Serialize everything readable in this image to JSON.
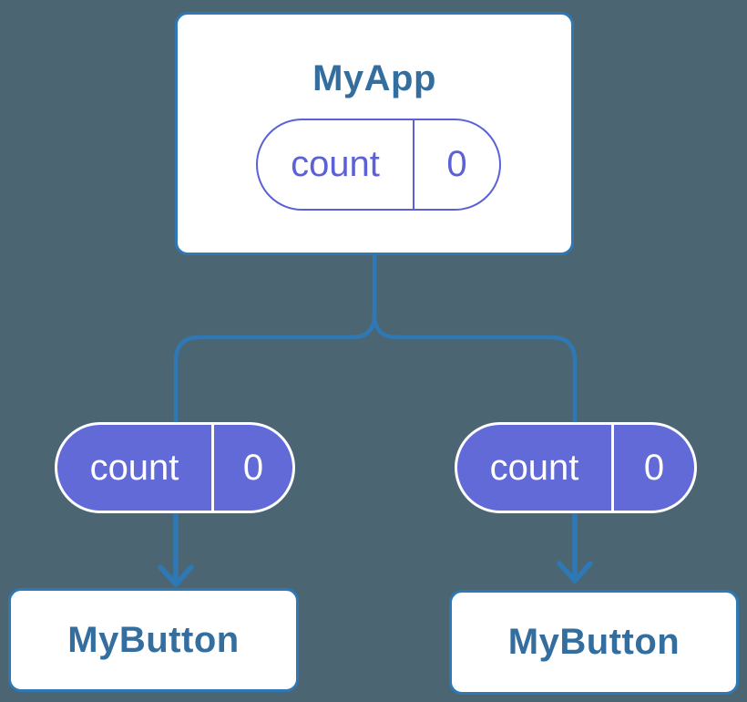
{
  "colors": {
    "bg": "#4b6672",
    "line": "#2e79b5",
    "heading": "#346e9e",
    "purple": "#5c62d6",
    "purple-fill": "#626ad8",
    "node-bg": "#ffffff"
  },
  "diagram": {
    "root": {
      "title": "MyApp",
      "state": {
        "label": "count",
        "value": "0"
      }
    },
    "children": [
      {
        "title": "MyButton",
        "prop": {
          "label": "count",
          "value": "0"
        }
      },
      {
        "title": "MyButton",
        "prop": {
          "label": "count",
          "value": "0"
        }
      }
    ]
  }
}
